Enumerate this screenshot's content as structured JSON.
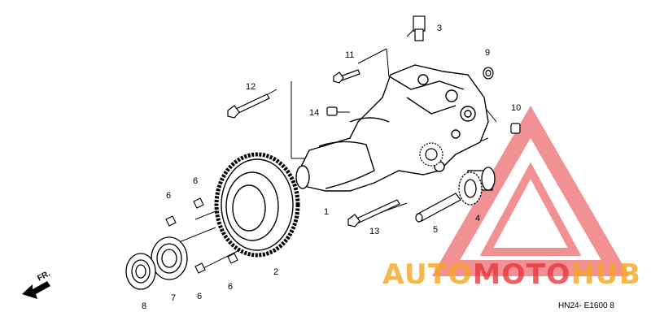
{
  "callouts": [
    {
      "id": "1",
      "text": "1"
    },
    {
      "id": "2",
      "text": "2"
    },
    {
      "id": "3",
      "text": "3"
    },
    {
      "id": "4",
      "text": "4"
    },
    {
      "id": "5",
      "text": "5"
    },
    {
      "id": "6a",
      "text": "6"
    },
    {
      "id": "6b",
      "text": "6"
    },
    {
      "id": "6c",
      "text": "6"
    },
    {
      "id": "6d",
      "text": "6"
    },
    {
      "id": "7",
      "text": "7"
    },
    {
      "id": "8",
      "text": "8"
    },
    {
      "id": "9",
      "text": "9"
    },
    {
      "id": "10",
      "text": "10"
    },
    {
      "id": "11",
      "text": "11"
    },
    {
      "id": "12",
      "text": "12"
    },
    {
      "id": "13",
      "text": "13"
    },
    {
      "id": "14",
      "text": "14"
    }
  ],
  "direction_label": "FR.",
  "diagram_code": "HN24- E1600 8",
  "watermark": {
    "part1": "AUTO",
    "part2": "MOTO",
    "part3": "HUB",
    "color_orange": "#f5a623",
    "color_red": "#e8383d"
  }
}
